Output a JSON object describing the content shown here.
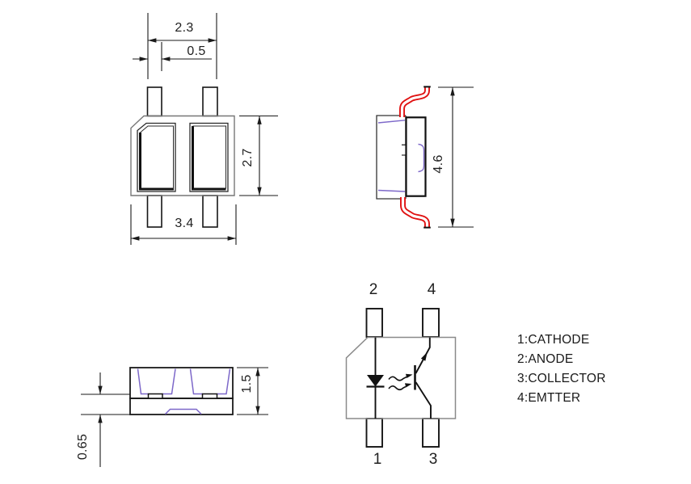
{
  "drawing": {
    "type_note": "SMD optocoupler package outline drawing with schematic",
    "dimensions": {
      "lead_pitch": "2.3",
      "lead_width": "0.5",
      "body_height_top_view": "2.7",
      "body_width": "3.4",
      "lead_span": "4.6",
      "package_height": "1.5",
      "standoff": "0.65"
    },
    "schematic": {
      "pin_top_left": "2",
      "pin_top_right": "4",
      "pin_bottom_left": "1",
      "pin_bottom_right": "3",
      "legend": {
        "line1": "1:CATHODE",
        "line2": "2:ANODE",
        "line3": "3:COLLECTOR",
        "line4": "4:EMTTER"
      }
    },
    "colors": {
      "line": "#1a1a1a",
      "body_outline_gray": "#8a8a8a",
      "inner_marking_purple": "#7d68c9",
      "lead_red": "#e01212"
    }
  }
}
